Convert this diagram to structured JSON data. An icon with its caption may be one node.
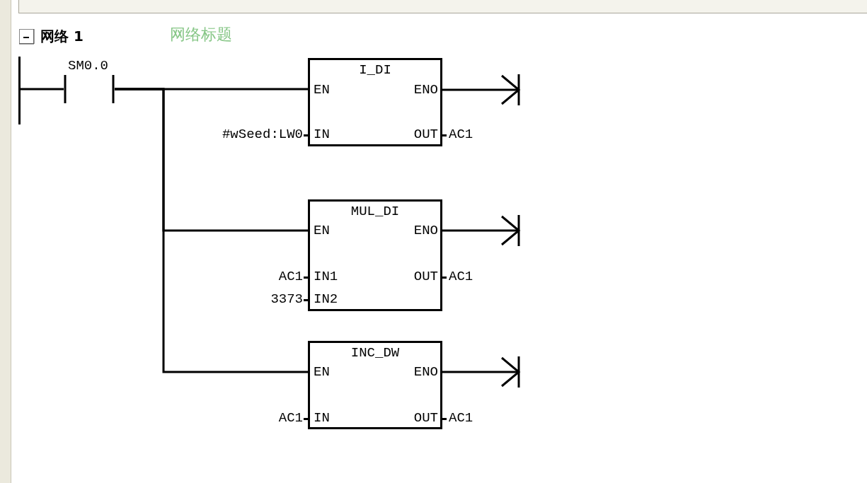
{
  "diagram": {
    "title": "网络 1",
    "nodes": [
      {
        "text": [],
        "shape": "bar"
      },
      {
        "text": [
          "SM0.0"
        ]
      },
      {
        "text": [
          "I_DI",
          "EN",
          "ENO",
          "IN",
          "OUT"
        ],
        "beside": [
          "#wSeed:LW0",
          "AC1"
        ]
      },
      {
        "text": [
          "MUL_DI",
          "EN",
          "ENO",
          "IN1",
          "OUT",
          "IN2"
        ],
        "beside": [
          "AC1",
          "AC1",
          "3373"
        ]
      },
      {
        "text": [
          "INC_DW",
          "EN",
          "ENO",
          "IN",
          "OUT"
        ],
        "beside": [
          "AC1",
          "AC1"
        ]
      }
    ],
    "edges": [
      {
        "from": 0,
        "to": 1,
        "arrow": "none"
      },
      {
        "from": 1,
        "to": 2,
        "arrow": "none"
      },
      {
        "from": 1,
        "to": 3,
        "arrow": "none"
      },
      {
        "from": 1,
        "to": 4,
        "arrow": "none"
      },
      {
        "from": 2,
        "to": null,
        "arrow": "to"
      },
      {
        "from": 3,
        "to": null,
        "arrow": "to"
      },
      {
        "from": 4,
        "to": null,
        "arrow": "to"
      }
    ],
    "labels": [
      "网络标题"
    ]
  }
}
